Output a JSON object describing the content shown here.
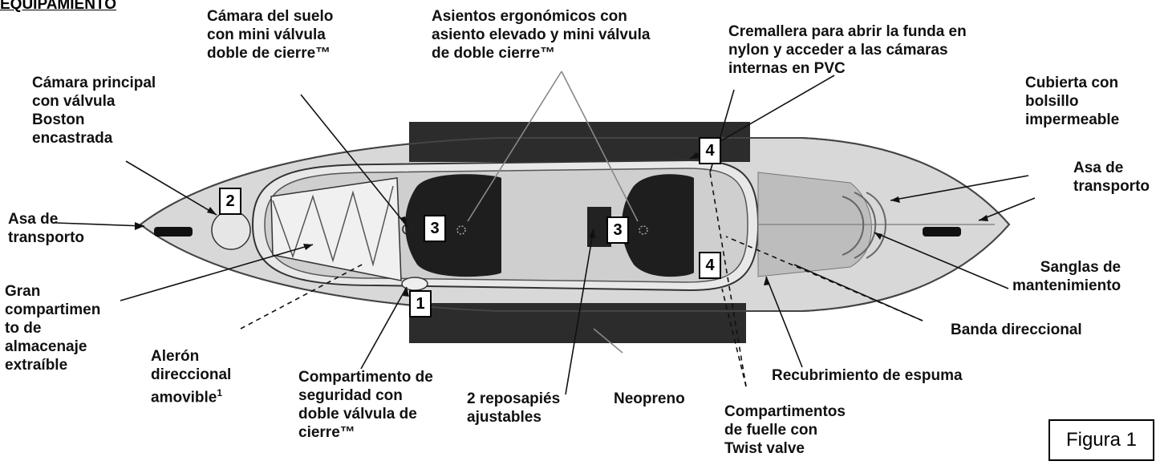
{
  "header": {
    "title": "EQUIPAMIENTO"
  },
  "labels": {
    "floor_chamber": "Cámara del suelo\ncon mini válvula\ndoble de cierre™",
    "seats": "Asientos ergonómicos con\nasiento elevado y mini válvula\nde doble cierre™",
    "zipper": "Cremallera para abrir la funda en\nnylon y acceder a las cámaras\ninternas en PVC",
    "main_chamber": "Cámara principal\ncon válvula\nBoston\nencastrada",
    "deck": "Cubierta con\nbolsillo\nimpermeable",
    "handle_left": "Asa de\ntransporto",
    "handle_right": "Asa de\ntransporto",
    "storage": "Gran\ncompartimen\nto de\nalmacenaje\nextraíble",
    "fin": "Alerón\ndireccional\namovible",
    "fin_note": "1",
    "safety": "Compartimento de\nseguridad con\ndoble válvula de\ncierre™",
    "footrests": "2 reposapiés\najustables",
    "neoprene": "Neopreno",
    "bellows": "Compartimentos\nde fuelle con\nTwist valve",
    "foam": "Recubrimiento de espuma",
    "tracking": "Banda direccional",
    "straps": "Sanglas de\nmantenimiento"
  },
  "callouts": {
    "n1": "1",
    "n2": "2",
    "n3a": "3",
    "n3b": "3",
    "n4a": "4",
    "n4b": "4"
  },
  "figure_label": "Figura 1"
}
